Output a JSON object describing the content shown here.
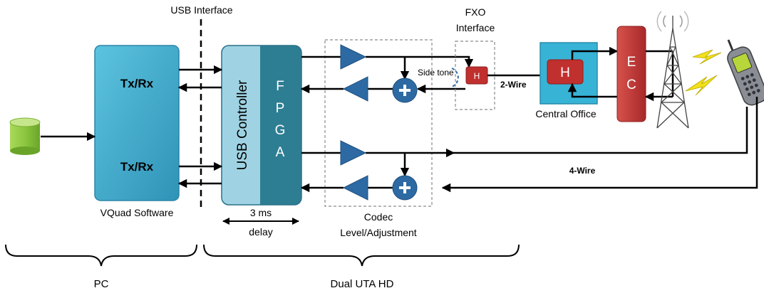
{
  "labels": {
    "usb_interface": "USB Interface",
    "fxo_line1": "FXO",
    "fxo_line2": "Interface",
    "txrx_top": "Tx/Rx",
    "txrx_bottom": "Tx/Rx",
    "usb_controller": "USB Controller",
    "fpga_letters": [
      "F",
      "P",
      "G",
      "A"
    ],
    "vquad": "VQuad Software",
    "delay_line1": "3 ms",
    "delay_line2": "delay",
    "codec_line1": "Codec",
    "codec_line2": "Level/Adjustment",
    "side_tone": "Side tone",
    "two_wire": "2-Wire",
    "four_wire": "4-Wire",
    "central_office": "Central Office",
    "hybrid_small": "H",
    "hybrid_large": "H",
    "ec_letters": [
      "E",
      "C"
    ],
    "pc": "PC",
    "dual_uta": "Dual UTA HD"
  },
  "icons": {
    "database": "database-icon",
    "antenna": "antenna-tower-icon",
    "phone": "mobile-phone-icon",
    "adder": "plus-icon",
    "amplifier": "amplifier-triangle-icon"
  },
  "colors": {
    "block_blue": "#3aa6c8",
    "fpga_teal": "#2e7e93",
    "usb_light": "#9fd3e3",
    "co_box": "#37b3d6",
    "hybrid_red": "#c0302e",
    "ec_red": "#c23a36",
    "amp_blue": "#2d6aa3",
    "db_green": "#8cc63f"
  }
}
